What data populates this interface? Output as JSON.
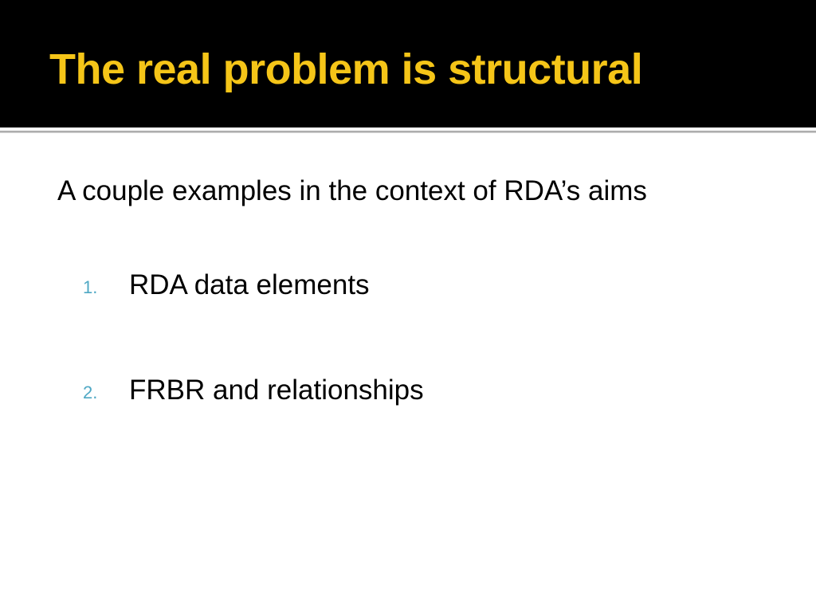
{
  "slide": {
    "title": "The real problem is structural",
    "intro": "A couple examples in the context of RDA’s aims",
    "items": [
      {
        "number": "1.",
        "label": "RDA data elements"
      },
      {
        "number": "2.",
        "label": "FRBR and relationships"
      }
    ]
  },
  "colors": {
    "title_bar": "#000000",
    "title_text": "#f5c518",
    "list_number": "#4fa8c4",
    "body_text": "#000000",
    "background": "#ffffff"
  }
}
